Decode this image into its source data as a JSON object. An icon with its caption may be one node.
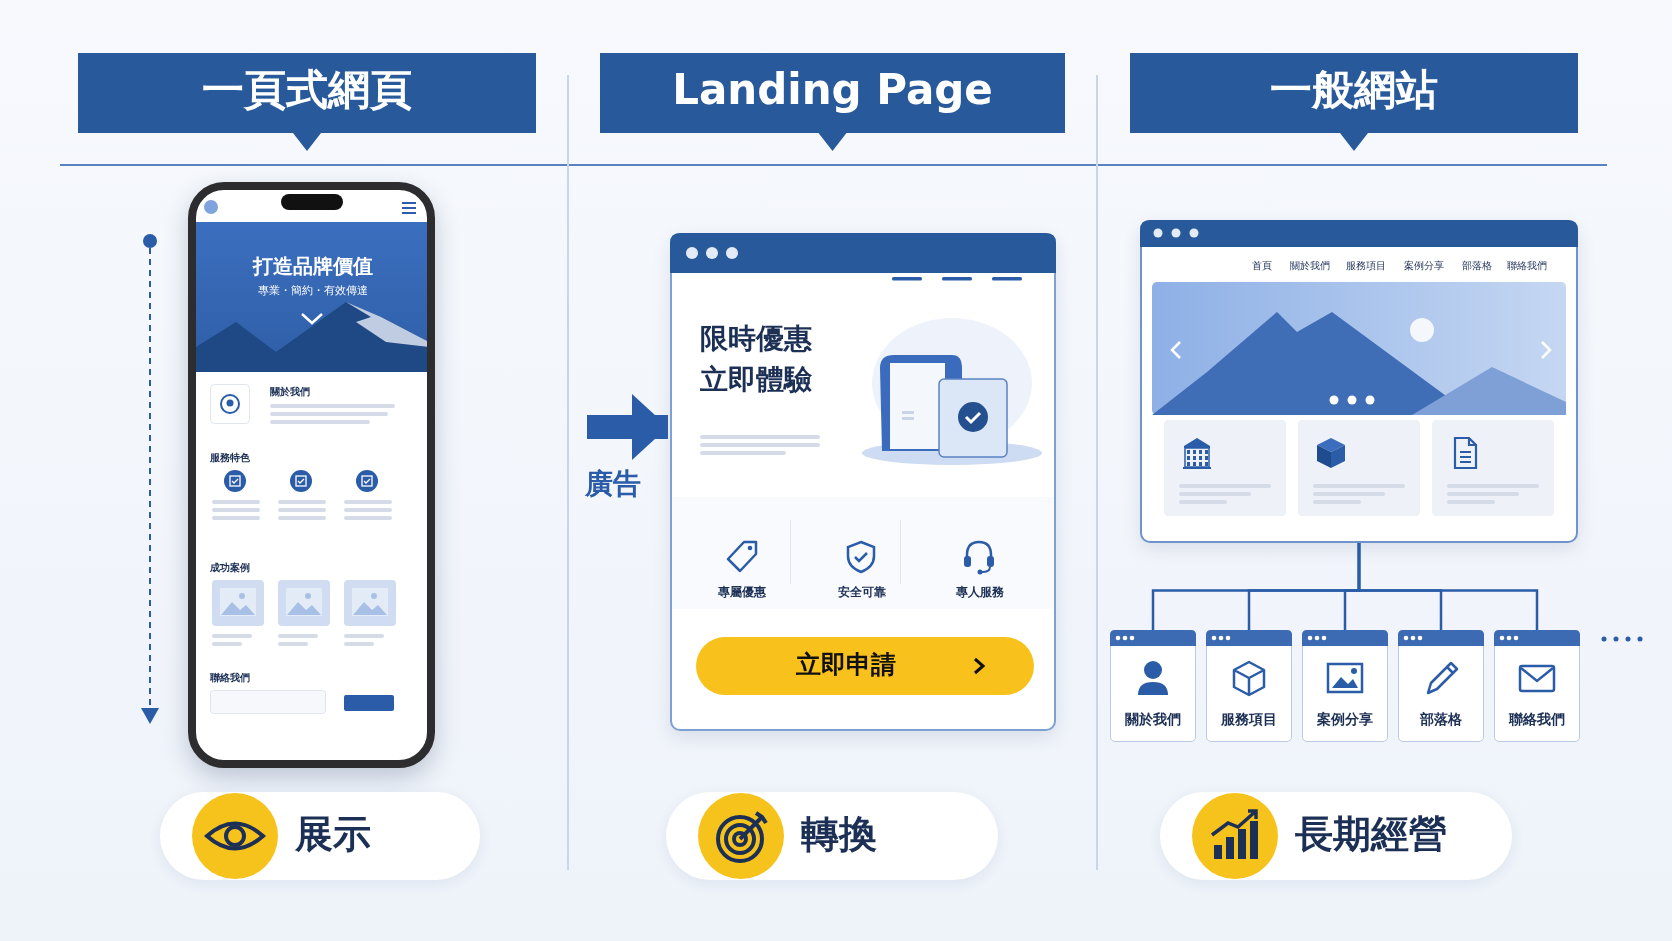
{
  "diagram": {
    "nodes": [
      {
        "text": [
          "一頁式網頁"
        ]
      },
      {
        "text": [
          "Landing Page"
        ]
      },
      {
        "text": [
          "一般網站"
        ]
      },
      {
        "text": [
          "打造品牌價值",
          "專業・簡約・有效傳達",
          "關於我們",
          "服務特色",
          "成功案例",
          "聯絡我們"
        ]
      },
      {
        "text": [
          "限時優惠立即體驗",
          "專屬優惠",
          "安全可靠",
          "專人服務"
        ]
      },
      {
        "text": [
          "立即申請"
        ],
        "in": 4
      },
      {
        "text": [
          "首頁",
          "關於我們",
          "服務項目",
          "案例分享",
          "部落格",
          "聯絡我們"
        ]
      },
      {
        "text": [
          "關於我們"
        ]
      },
      {
        "text": [
          "服務項目"
        ]
      },
      {
        "text": [
          "案例分享"
        ]
      },
      {
        "text": [
          "部落格"
        ]
      },
      {
        "text": [
          "聯絡我們"
        ]
      },
      {
        "text": [
          "展示"
        ]
      },
      {
        "text": [
          "轉換"
        ]
      },
      {
        "text": [
          "長期經營"
        ]
      }
    ],
    "edges": [
      {
        "from": null,
        "to": 4,
        "arrow": "to",
        "label": "廣告",
        "style": "thick"
      },
      {
        "from": 6,
        "to": 7,
        "arrow": "none"
      },
      {
        "from": 6,
        "to": 8,
        "arrow": "none"
      },
      {
        "from": 6,
        "to": 9,
        "arrow": "none"
      },
      {
        "from": 6,
        "to": 10,
        "arrow": "none"
      },
      {
        "from": 6,
        "to": 11,
        "arrow": "none"
      }
    ]
  }
}
